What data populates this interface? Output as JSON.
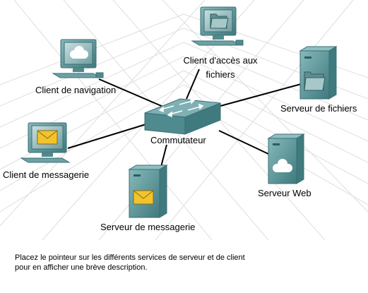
{
  "nodes": {
    "file_access_client": {
      "label_line1": "Client d'accès aux",
      "label_line2": "fichiers",
      "icon": "folder-icon"
    },
    "browsing_client": {
      "label": "Client de navigation",
      "icon": "cloud-icon"
    },
    "file_server": {
      "label": "Serveur de fichiers",
      "icon": "folder-icon"
    },
    "switch": {
      "label": "Commutateur"
    },
    "mail_client": {
      "label": "Client de messagerie",
      "icon": "envelope-icon"
    },
    "web_server": {
      "label": "Serveur Web",
      "icon": "cloud-icon"
    },
    "mail_server": {
      "label": "Serveur de messagerie",
      "icon": "envelope-icon"
    }
  },
  "caption": {
    "line1": "Placez le pointeur sur les différents services de serveur et de client",
    "line2": "pour en afficher une brève description."
  },
  "colors": {
    "device_body": "#5f9ea0",
    "device_dark": "#3b6f73",
    "screen": "#8fb5b7",
    "envelope": "#f2c42c",
    "grid": "#d9d9d9",
    "link": "#000000"
  }
}
